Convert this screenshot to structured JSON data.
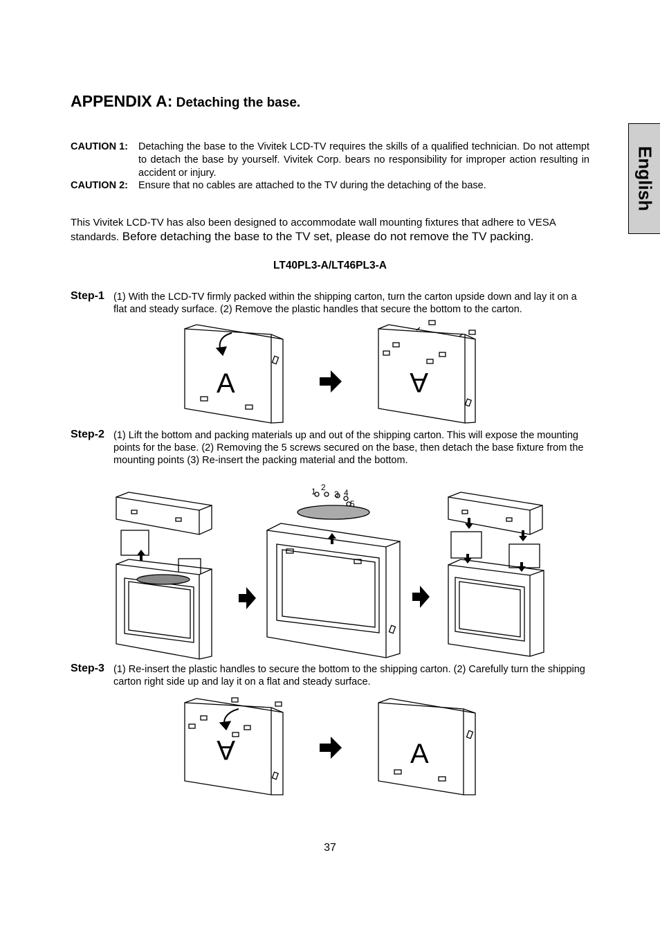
{
  "side_tab": "English",
  "title": {
    "prefix": "APPENDIX A:",
    "text": " Detaching the base."
  },
  "cautions": [
    {
      "label": "CAUTION 1:",
      "text": "Detaching the base to the Vivitek LCD-TV requires the skills of a qualified technician. Do not attempt to detach the base by yourself. Vivitek Corp. bears no responsibility for improper action resulting in accident or injury."
    },
    {
      "label": "CAUTION 2:",
      "text": "Ensure that no cables are attached to the TV during the detaching of the base."
    }
  ],
  "intro": {
    "part1": "This Vivitek LCD-TV has also been designed to accommodate wall mounting fixtures that adhere to VESA standards.",
    "part2": " Before detaching the base to the TV set, please do not remove the TV packing."
  },
  "model": "LT40PL3-A/LT46PL3-A",
  "steps": [
    {
      "label": "Step-1",
      "text": "(1) With the LCD-TV firmly packed within the shipping carton, turn the carton upside down and lay it on a flat and steady surface. (2) Remove the plastic handles that secure the bottom to the carton."
    },
    {
      "label": "Step-2",
      "text": "(1) Lift the bottom and packing materials up and out of the shipping carton. This will expose the mounting points for the base. (2) Removing the 5 screws secured on the base, then detach the base fixture from the mounting points (3) Re-insert the packing material and the bottom."
    },
    {
      "label": "Step-3",
      "text": "(1) Re-insert the plastic handles to secure the bottom to the shipping carton. (2) Carefully turn the shipping carton right side up and lay it on a flat and steady surface."
    }
  ],
  "figure_labels": {
    "carton_letter": "A",
    "screw_numbers": [
      "1",
      "2",
      "3",
      "4",
      "5"
    ]
  },
  "page_number": "37"
}
